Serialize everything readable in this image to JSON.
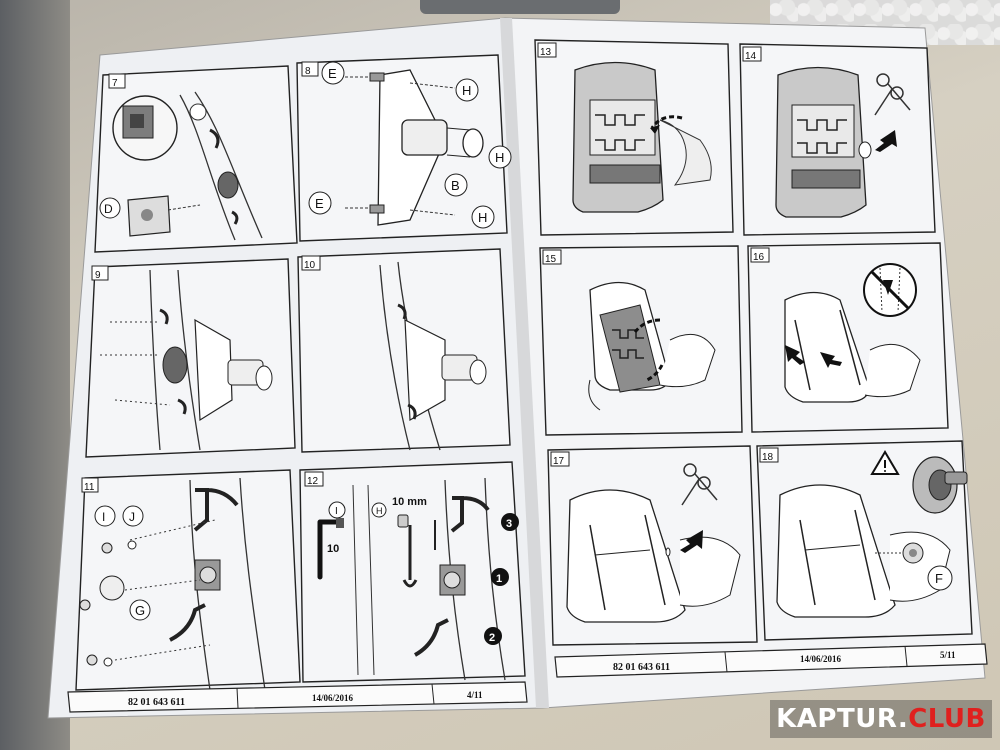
{
  "left_page": {
    "steps": [
      "7",
      "8",
      "9",
      "10",
      "11",
      "12"
    ],
    "step7": {
      "callout": "D"
    },
    "step8": {
      "callouts": [
        "E",
        "E",
        "H",
        "H",
        "H",
        "B"
      ]
    },
    "step11": {
      "callouts": [
        "I",
        "J",
        "G"
      ]
    },
    "step12": {
      "tool_i": "I",
      "tool_i_size": "10",
      "tool_h": "H",
      "tool_size": "10 mm",
      "order": [
        "3",
        "1",
        "2"
      ]
    },
    "footer": {
      "part_number": "82 01 643 611",
      "date": "14/06/2016",
      "page": "4/11"
    }
  },
  "right_page": {
    "steps": [
      "13",
      "14",
      "15",
      "16",
      "17",
      "18"
    ],
    "step18": {
      "callout": "F"
    },
    "footer": {
      "part_number": "82 01 643 611",
      "date": "14/06/2016",
      "page": "5/11"
    }
  },
  "watermark": {
    "part1": "KAPTUR.",
    "part2": "CLUB"
  },
  "colors": {
    "accent_red": "#e0201e",
    "paper": "#f1f3f6",
    "line": "#2b2b2b"
  },
  "icons": [
    "scissors-icon",
    "warning-icon",
    "zipper-icon"
  ]
}
